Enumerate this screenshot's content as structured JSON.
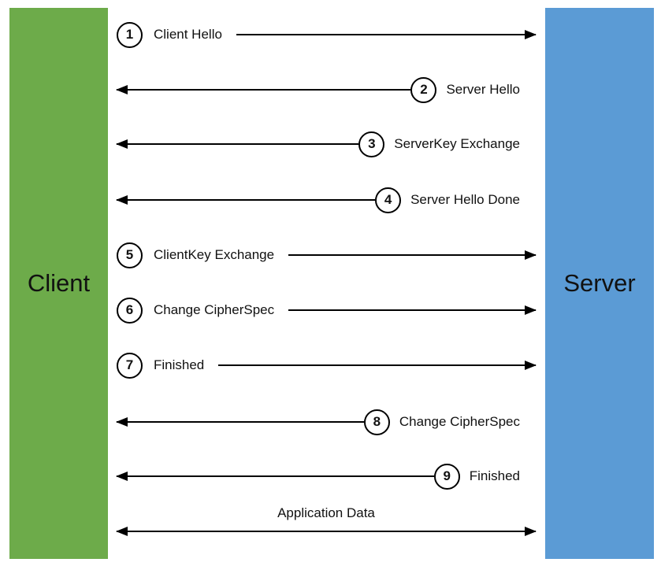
{
  "actors": {
    "client": {
      "label": "Client",
      "color": "#6DAB4A"
    },
    "server": {
      "label": "Server",
      "color": "#5B9BD5"
    }
  },
  "messages": [
    {
      "num": "1",
      "label": "Client Hello",
      "direction": "right"
    },
    {
      "num": "2",
      "label": "Server Hello",
      "direction": "left"
    },
    {
      "num": "3",
      "label": "ServerKey Exchange",
      "direction": "left"
    },
    {
      "num": "4",
      "label": "Server Hello Done",
      "direction": "left"
    },
    {
      "num": "5",
      "label": "ClientKey Exchange",
      "direction": "right"
    },
    {
      "num": "6",
      "label": "Change CipherSpec",
      "direction": "right"
    },
    {
      "num": "7",
      "label": "Finished",
      "direction": "right"
    },
    {
      "num": "8",
      "label": "Change CipherSpec",
      "direction": "left"
    },
    {
      "num": "9",
      "label": "Finished",
      "direction": "left"
    },
    {
      "num": "",
      "label": "Application Data",
      "direction": "both"
    }
  ]
}
